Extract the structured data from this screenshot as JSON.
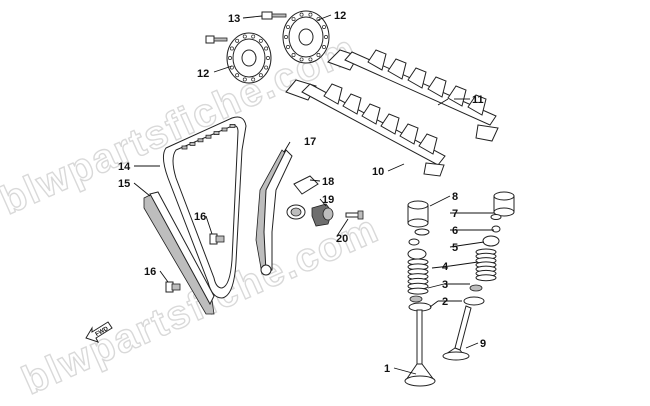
{
  "watermark": {
    "text": "blwpartsfiche.com"
  },
  "direction_marker": {
    "label": "FWD"
  },
  "callouts": [
    {
      "id": "callout-13",
      "label": "13"
    },
    {
      "id": "callout-12-top",
      "label": "12"
    },
    {
      "id": "callout-12-left",
      "label": "12"
    },
    {
      "id": "callout-11",
      "label": "11"
    },
    {
      "id": "callout-10",
      "label": "10"
    },
    {
      "id": "callout-17",
      "label": "17"
    },
    {
      "id": "callout-14",
      "label": "14"
    },
    {
      "id": "callout-15",
      "label": "15"
    },
    {
      "id": "callout-18",
      "label": "18"
    },
    {
      "id": "callout-19",
      "label": "19"
    },
    {
      "id": "callout-20",
      "label": "20"
    },
    {
      "id": "callout-16-top",
      "label": "16"
    },
    {
      "id": "callout-16-bottom",
      "label": "16"
    },
    {
      "id": "callout-8",
      "label": "8"
    },
    {
      "id": "callout-7",
      "label": "7"
    },
    {
      "id": "callout-6",
      "label": "6"
    },
    {
      "id": "callout-5",
      "label": "5"
    },
    {
      "id": "callout-4",
      "label": "4"
    },
    {
      "id": "callout-3",
      "label": "3"
    },
    {
      "id": "callout-2",
      "label": "2"
    },
    {
      "id": "callout-9",
      "label": "9"
    },
    {
      "id": "callout-1",
      "label": "1"
    }
  ]
}
